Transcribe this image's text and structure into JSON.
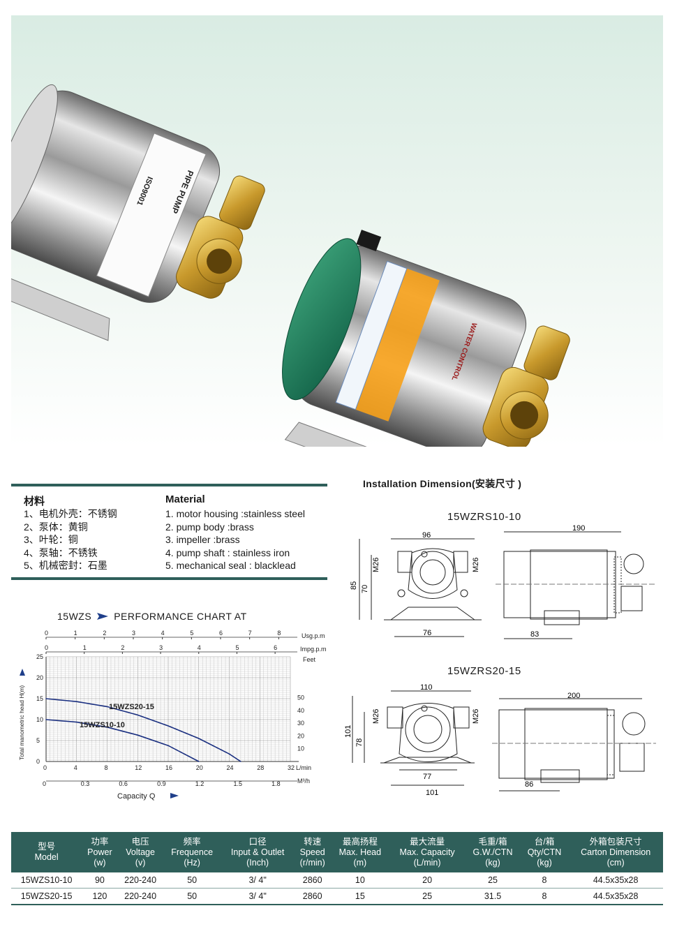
{
  "materials_cn": {
    "heading": "材料",
    "items": [
      "1、电机外壳：不锈钢",
      "2、泵体：黄铜",
      "3、叶轮：铜",
      "4、泵轴：不锈铁",
      "5、机械密封：石墨"
    ]
  },
  "materials_en": {
    "heading": "Material",
    "items": [
      "1. motor housing :stainless steel",
      "2. pump body :brass",
      "3. impeller :brass",
      "4. pump shaft : stainless iron",
      "5. mechanical seal : blacklead"
    ]
  },
  "pump_labels": {
    "pump1": [
      "PIPE PUMP",
      "ISO9001"
    ],
    "pump2": [
      "WATER CONTROL"
    ]
  },
  "installation": {
    "title": "Installation Dimension(安装尺寸 )",
    "models": [
      {
        "name": "15WZRS10-10",
        "dims": {
          "top_width": "96",
          "thread_left": "M26",
          "thread_right": "M26",
          "height_total": "85",
          "height_center": "70",
          "base_width": "76",
          "length": "190",
          "side_base": "83"
        }
      },
      {
        "name": "15WZRS20-15",
        "dims": {
          "top_width": "110",
          "thread_left": "M26",
          "thread_right": "M26",
          "height_total": "101",
          "height_center": "78",
          "base_inner": "77",
          "base_width": "101",
          "length": "200",
          "side_base": "86"
        }
      }
    ]
  },
  "chart_header": {
    "series_code": "15WZS",
    "title": "PERFORMANCE CHART AT"
  },
  "chart_data": {
    "type": "line",
    "title": "PERFORMANCE CHART AT",
    "xlabel": "Capacity Q",
    "ylabel": "Total manometric head H(m)",
    "xlim": [
      0,
      32
    ],
    "ylim": [
      0,
      25
    ],
    "x_unit": "L/min",
    "y_unit": "m",
    "grid": true,
    "axes": {
      "usgpm": {
        "label": "Usg.p.m",
        "ticks": [
          "0",
          "1",
          "2",
          "3",
          "4",
          "5",
          "6",
          "7",
          "8"
        ]
      },
      "impgpm": {
        "label": "Impg.p.m",
        "ticks": [
          "0",
          "1",
          "2",
          "3",
          "4",
          "5",
          "6"
        ]
      },
      "feet": {
        "label": "Feet",
        "ticks": [
          "10",
          "20",
          "30",
          "40",
          "50"
        ]
      },
      "lmin": {
        "label": "L/min",
        "ticks": [
          "0",
          "4",
          "8",
          "12",
          "16",
          "20",
          "24",
          "28",
          "32"
        ]
      },
      "m3h": {
        "label": "M³/h",
        "ticks": [
          "0",
          "0.3",
          "0.6",
          "0.9",
          "1.2",
          "1.5",
          "1.8"
        ]
      },
      "head_m": {
        "ticks": [
          "0",
          "5",
          "10",
          "15",
          "20",
          "25"
        ]
      }
    },
    "series": [
      {
        "name": "15WZS20-15",
        "x": [
          0,
          4,
          8,
          12,
          16,
          20,
          24,
          25.5
        ],
        "y": [
          15,
          14.3,
          13.1,
          11.1,
          8.5,
          5.5,
          1.8,
          0
        ]
      },
      {
        "name": "15WZS10-10",
        "x": [
          0,
          4,
          8,
          12,
          16,
          20
        ],
        "y": [
          10,
          9.4,
          8.2,
          6.3,
          3.8,
          0
        ]
      }
    ]
  },
  "spec_table": {
    "headers": [
      {
        "cn": "型号",
        "en": "Model",
        "unit": ""
      },
      {
        "cn": "功率",
        "en": "Power",
        "unit": "(w)"
      },
      {
        "cn": "电压",
        "en": "Voltage",
        "unit": "(v)"
      },
      {
        "cn": "频率",
        "en": "Frequence",
        "unit": "(Hz)"
      },
      {
        "cn": "口径",
        "en": "Input & Outlet",
        "unit": "(Inch)"
      },
      {
        "cn": "转速",
        "en": "Speed",
        "unit": "(r/min)"
      },
      {
        "cn": "最高扬程",
        "en": "Max. Head",
        "unit": "(m)"
      },
      {
        "cn": "最大流量",
        "en": "Max. Capacity",
        "unit": "(L/min)"
      },
      {
        "cn": "毛重/箱",
        "en": "G.W./CTN",
        "unit": "(kg)"
      },
      {
        "cn": "台/箱",
        "en": "Qty/CTN",
        "unit": "(kg)"
      },
      {
        "cn": "外箱包装尺寸",
        "en": "Carton Dimension",
        "unit": "(cm)"
      }
    ],
    "rows": [
      [
        "15WZS10-10",
        "90",
        "220-240",
        "50",
        "3/ 4\"",
        "2860",
        "10",
        "20",
        "25",
        "8",
        "44.5x35x28"
      ],
      [
        "15WZS20-15",
        "120",
        "220-240",
        "50",
        "3/ 4\"",
        "2860",
        "15",
        "25",
        "31.5",
        "8",
        "44.5x35x28"
      ]
    ]
  }
}
